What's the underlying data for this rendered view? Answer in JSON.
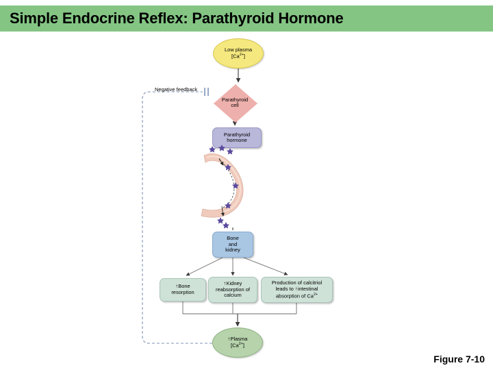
{
  "title": {
    "text": "Simple Endocrine Reflex: Parathyroid Hormone",
    "bar_color": "#84c584"
  },
  "figure": {
    "caption": "Figure 7-10"
  },
  "diagram": {
    "feedback_label": "Negative feedback",
    "nodes": {
      "low_plasma": {
        "line1": "Low plasma",
        "line2": "[Ca2+]",
        "shape": "ellipse",
        "color": "#f5e87e"
      },
      "parathyroid_cell": {
        "line1": "Parathyroid",
        "line2": "cell",
        "shape": "diamond",
        "color": "#eeb0ac"
      },
      "parathyroid_hormone": {
        "line1": "Parathyroid",
        "line2": "hormone",
        "shape": "rounded-rect",
        "color": "#b9b8da"
      },
      "bone_and_kidney": {
        "line1": "Bone",
        "line2": "and",
        "line3": "kidney",
        "shape": "rounded-rect",
        "color": "#a9c6e3"
      },
      "bone_resorption": {
        "line1": "Bone",
        "line2": "resorption",
        "arrow": "up",
        "shape": "rounded-rect",
        "color": "#cfe2d8"
      },
      "kidney_reabsorption": {
        "line1": "Kidney",
        "line2": "reabsorption of",
        "line3": "calcium",
        "arrow": "up",
        "shape": "rounded-rect",
        "color": "#cfe2d8"
      },
      "calcitriol": {
        "line1": "Production of calcitriol",
        "line2a": "leads to ",
        "line2b": "intestinal",
        "line3": "absorption of Ca2+",
        "arrow": "up",
        "shape": "rounded-rect",
        "color": "#cfe2d8"
      },
      "plasma_up": {
        "line1": "Plasma",
        "line2": "[Ca2+]",
        "arrow": "up",
        "shape": "ellipse",
        "color": "#b6d3ab"
      }
    },
    "illustration": {
      "name": "blood-vessel-with-hormone-molecules",
      "vessel_color": "#f0cbbc",
      "molecule_color": "#5b4a9e"
    }
  }
}
